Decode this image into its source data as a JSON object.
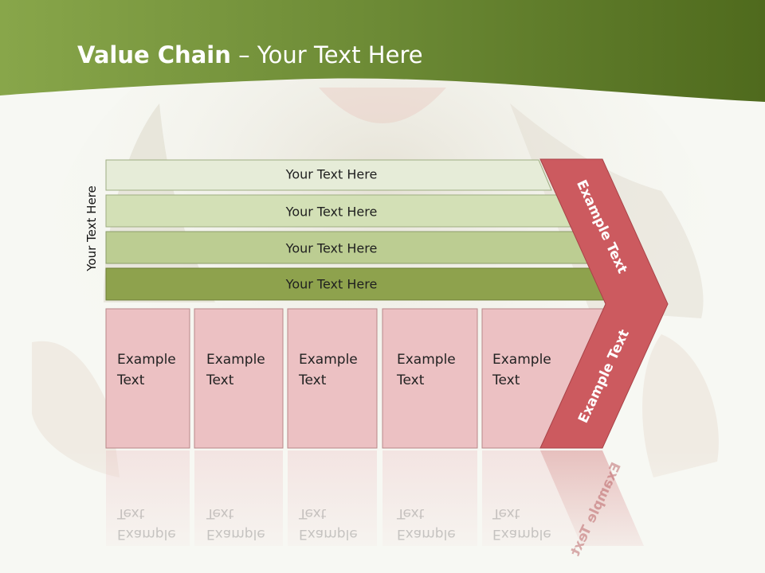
{
  "title": {
    "bold": "Value Chain",
    "rest": " – Your Text Here"
  },
  "side_label": "Your Text Here",
  "bars": [
    "Your Text Here",
    "Your Text Here",
    "Your Text Here",
    "Your Text Here"
  ],
  "boxes": [
    "Example Text",
    "Example Text",
    "Example Text",
    "Example Text",
    "Example Text"
  ],
  "chevron": {
    "top": "Example Text",
    "bottom": "Example Text"
  },
  "colors": {
    "header": "#5f7a28",
    "bar1": "#e6ecd8",
    "bar2": "#d3e0b6",
    "bar3": "#bccd92",
    "bar4": "#8ea24d",
    "box": "#ecc1c3",
    "chevron": "#cc5a5f"
  }
}
